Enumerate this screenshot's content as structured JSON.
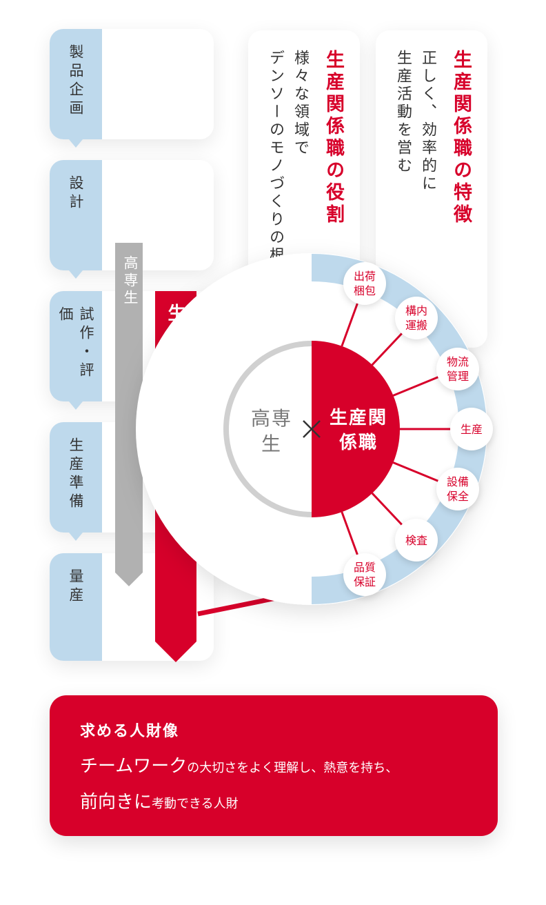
{
  "stages": [
    {
      "label": "製品企画"
    },
    {
      "label": "設計"
    },
    {
      "label": "試作・評価"
    },
    {
      "label": "生産準備"
    },
    {
      "label": "量産"
    }
  ],
  "bars": {
    "kosen": "高専生",
    "production": "生産関係職"
  },
  "role_panel": {
    "title": "生産関係職の役割",
    "line1": "様々な領域で",
    "line2": "デンソーのモノづくりの根幹を担う"
  },
  "feature_panel": {
    "title": "生産関係職の特徴",
    "line1": "正しく、効率的に",
    "line2": "生産活動を営む"
  },
  "circle": {
    "left": "高専生",
    "right": "生産関係職",
    "cross": "×"
  },
  "domains": [
    "出荷梱包",
    "構内運搬",
    "物流管理",
    "生産",
    "設備保全",
    "検査",
    "品質保証"
  ],
  "demand": {
    "title": "求める人財像",
    "l1_big": "チームワーク",
    "l1_small": "の大切さをよく理解し、熱意を持ち、",
    "l2_big": "前向きに",
    "l2_small": "考動できる人財"
  },
  "colors": {
    "red": "#d7002a",
    "light_blue": "#bed9ec",
    "gray": "#b1b1b1"
  }
}
